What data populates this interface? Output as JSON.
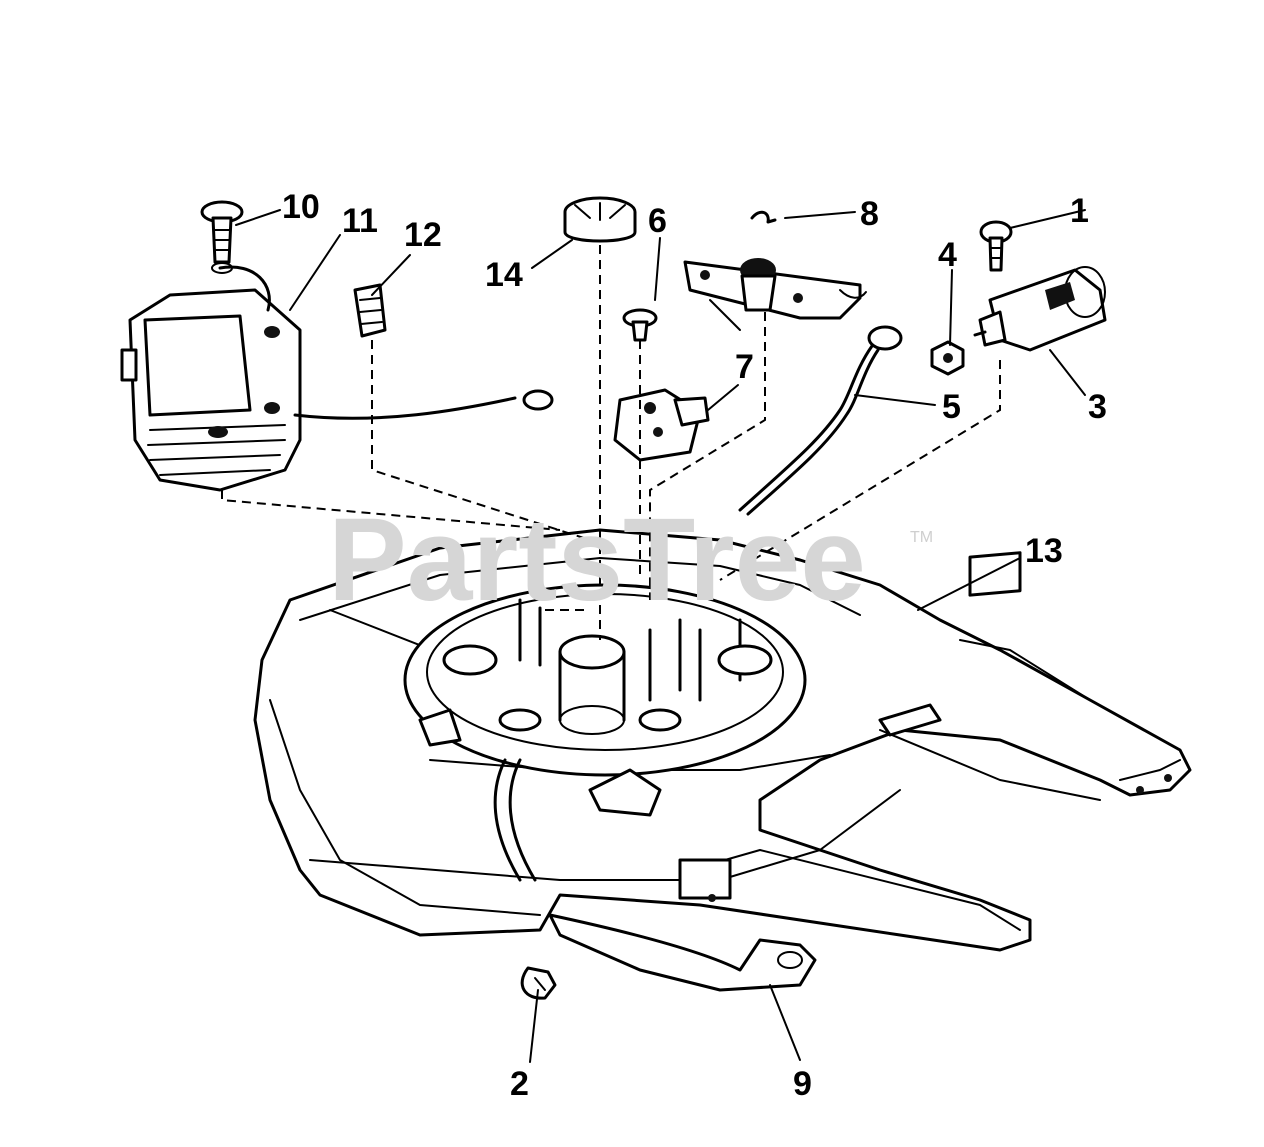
{
  "watermark": {
    "text": "PartsTree",
    "trademark": "TM"
  },
  "callouts": [
    {
      "id": "c1",
      "label": "1"
    },
    {
      "id": "c2",
      "label": "2"
    },
    {
      "id": "c3",
      "label": "3"
    },
    {
      "id": "c4",
      "label": "4"
    },
    {
      "id": "c5",
      "label": "5"
    },
    {
      "id": "c6",
      "label": "6"
    },
    {
      "id": "c7a",
      "label": "7"
    },
    {
      "id": "c8",
      "label": "8"
    },
    {
      "id": "c9",
      "label": "9"
    },
    {
      "id": "c10",
      "label": "10"
    },
    {
      "id": "c11",
      "label": "11"
    },
    {
      "id": "c12",
      "label": "12"
    },
    {
      "id": "c13",
      "label": "13"
    },
    {
      "id": "c14",
      "label": "14"
    }
  ],
  "colors": {
    "ink": "#000000",
    "watermark": "#d6d6d6",
    "background": "#ffffff"
  }
}
